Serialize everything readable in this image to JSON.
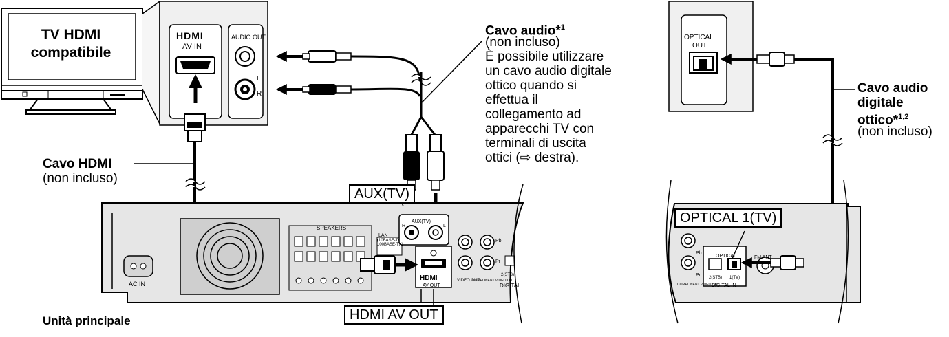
{
  "tv": {
    "line1": "TV HDMI",
    "line2": "compatibile"
  },
  "tv_panel": {
    "hdmi_logo": "HDMI",
    "av_in": "AV IN",
    "audio_out": "AUDIO OUT",
    "l": "L",
    "r": "R"
  },
  "audio_cable": {
    "title": "Cavo audio*",
    "title_sup": "1",
    "note": "(non incluso)",
    "desc": [
      "È possibile utilizzare",
      "un cavo audio digitale",
      "ottico quando si",
      "effettua il",
      "collegamento ad",
      "apparecchi TV con",
      "terminali di uscita",
      "ottici (⇨ destra)."
    ]
  },
  "hdmi_cable": {
    "title": "Cavo HDMI",
    "note": "(non incluso)"
  },
  "main_unit": {
    "caption": "Unità principale",
    "aux_label": "AUX(TV)",
    "hdmi_out_label": "HDMI AV OUT",
    "speakers": "SPEAKERS",
    "ac_in": "AC IN",
    "aux_small": "AUX(TV)",
    "r": "R",
    "l": "L",
    "lan": "LAN",
    "lan_sub1": "(10BASE-T/",
    "lan_sub2": "100BASE-TX)",
    "hdmi_logo": "HDMI",
    "av_out": "AV OUT",
    "video_out": "VIDEO OUT",
    "component": "COMPONENT VIDEO OUT",
    "pb": "Pb",
    "pr": "Pr",
    "digital": "DIGITAL",
    "stb": "2(STB)"
  },
  "optical": {
    "tv_port_line1": "OPTICAL",
    "tv_port_line2": "OUT",
    "cable_title": [
      "Cavo audio",
      "digitale",
      "ottico*"
    ],
    "cable_sup": "1,2",
    "cable_note": "(non incluso)",
    "unit_label": "OPTICAL 1(TV)",
    "unit_small": "OPTICAL",
    "port_stb": "2(STB)",
    "port_tv": "1(TV)",
    "digital_in": "DIGITAL IN",
    "fm_ant": "FM ANT",
    "pb": "Pb",
    "pr": "Pr",
    "component": "COMPONENT VIDEO OUT"
  },
  "colors": {
    "ink": "#000000",
    "panel": "#f0f0f0",
    "unit": "#e6e6e6",
    "unit_dark": "#c8c8c8"
  }
}
